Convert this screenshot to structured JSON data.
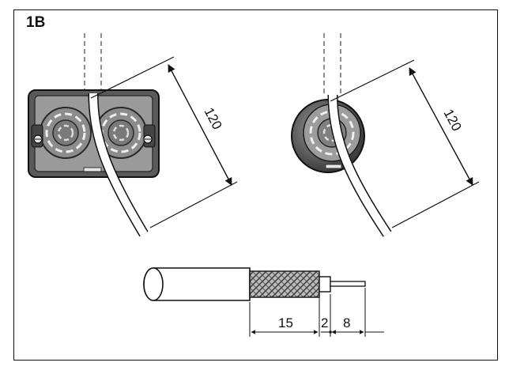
{
  "figure": {
    "label": "1B",
    "dimensions": {
      "box_length": "120",
      "round_box_length": "120",
      "strip_outer": "15",
      "strip_gap": "2",
      "strip_core": "8"
    }
  }
}
